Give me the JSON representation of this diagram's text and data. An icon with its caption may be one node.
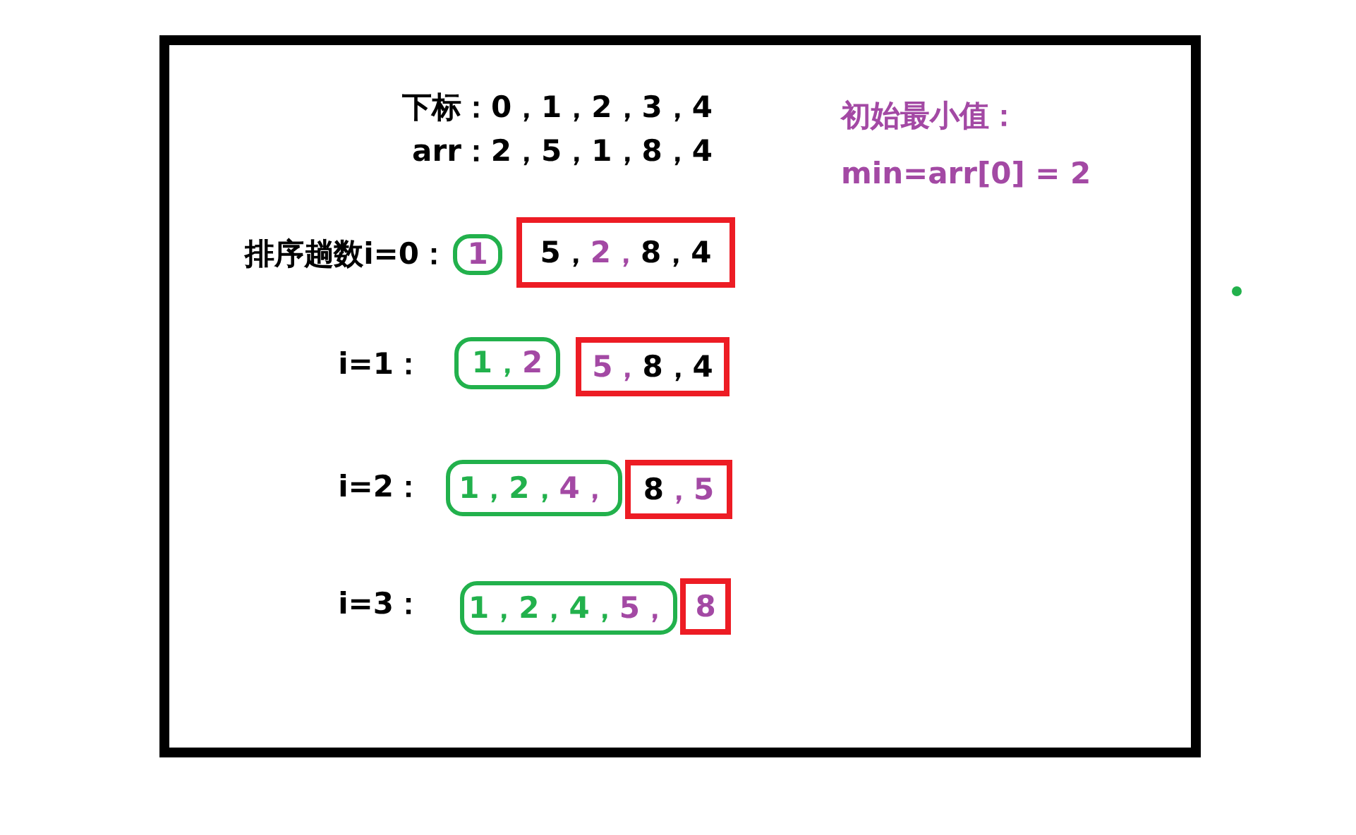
{
  "diagram": {
    "nodes": [
      {
        "text": [
          "1"
        ]
      },
      {
        "text": [
          "5，2，8，4"
        ]
      },
      {
        "text": [
          "1，2"
        ]
      },
      {
        "text": [
          "5，8，4"
        ]
      },
      {
        "text": [
          "1，2，4，"
        ]
      },
      {
        "text": [
          "8，5"
        ]
      },
      {
        "text": [
          "1，2，4，5，"
        ]
      },
      {
        "text": [
          "8"
        ]
      }
    ],
    "edges": [],
    "labels": [
      "下标：0，1，2，3，4",
      "arr：2，5，1，8，4",
      "初始最小值：",
      "min=arr[0] = 2",
      "排序趟数i=0：",
      "i=1：",
      "i=2：",
      "i=3："
    ]
  }
}
